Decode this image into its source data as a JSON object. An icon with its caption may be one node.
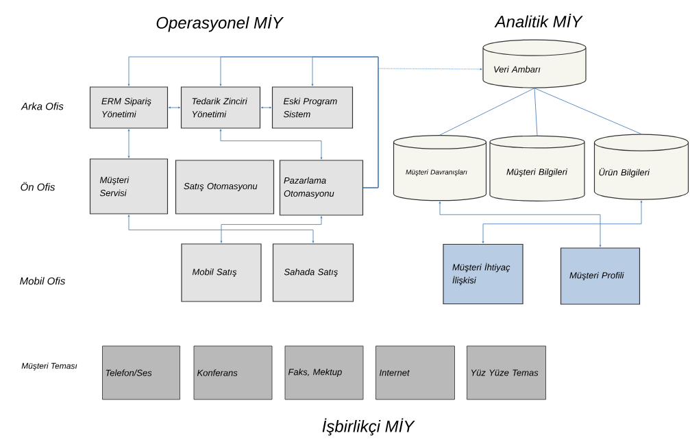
{
  "diagram": {
    "nodes": [
      {
        "text": [
          "ERM Sipariş Yönetimi"
        ]
      },
      {
        "text": [
          "Tedarik Zinciri Yönetimi"
        ]
      },
      {
        "text": [
          "Eski Program Sistem"
        ]
      },
      {
        "text": [
          "Müşteri Servisi"
        ]
      },
      {
        "text": [
          "Satış Otomasyonu"
        ]
      },
      {
        "text": [
          "Pazarlama Otomasyonu"
        ]
      },
      {
        "text": [
          "Mobil Satış"
        ]
      },
      {
        "text": [
          "Sahada Satış"
        ]
      },
      {
        "text": [
          "Veri Ambarı"
        ]
      },
      {
        "text": [
          "Müşteri Davranışları"
        ]
      },
      {
        "text": [
          "Müşteri Bilgileri"
        ]
      },
      {
        "text": [
          "Ürün Bilgileri"
        ]
      },
      {
        "text": [
          "Müşteri İhtiyaç İlişkisi"
        ]
      },
      {
        "text": [
          "Müşteri Profili"
        ]
      },
      {
        "text": [
          "Telefon/Ses"
        ]
      },
      {
        "text": [
          "Konferans"
        ]
      },
      {
        "text": [
          "Faks, Mektup"
        ]
      },
      {
        "text": [
          "Internet"
        ]
      },
      {
        "text": [
          "Yüz Yüze Temas"
        ]
      }
    ],
    "edges": [
      {
        "from": 5,
        "to": 0,
        "arrow": "to"
      },
      {
        "from": 5,
        "to": 1,
        "arrow": "to"
      },
      {
        "from": 5,
        "to": 2,
        "arrow": "to"
      },
      {
        "from": 5,
        "to": 8,
        "arrow": "to",
        "style": "dashed"
      },
      {
        "from": 0,
        "to": 1,
        "arrow": "both"
      },
      {
        "from": 1,
        "to": 2,
        "arrow": "both"
      },
      {
        "from": 0,
        "to": 3,
        "arrow": "both"
      },
      {
        "from": 1,
        "to": 5,
        "arrow": "both"
      },
      {
        "from": 3,
        "to": 7,
        "arrow": "both"
      },
      {
        "from": 5,
        "to": 6,
        "arrow": "both"
      },
      {
        "from": 8,
        "to": 9,
        "arrow": "none"
      },
      {
        "from": 8,
        "to": 10,
        "arrow": "none"
      },
      {
        "from": 8,
        "to": 11,
        "arrow": "none"
      },
      {
        "from": 9,
        "to": 13,
        "arrow": "both"
      },
      {
        "from": 11,
        "to": 12,
        "arrow": "both"
      }
    ],
    "labels": [
      "Operasyonel MİY",
      "Analitik MİY",
      "Arka Ofis",
      "Ön Ofis",
      "Mobil Ofis",
      "Müşteri Teması",
      "İşbirlikçi MİY"
    ]
  }
}
